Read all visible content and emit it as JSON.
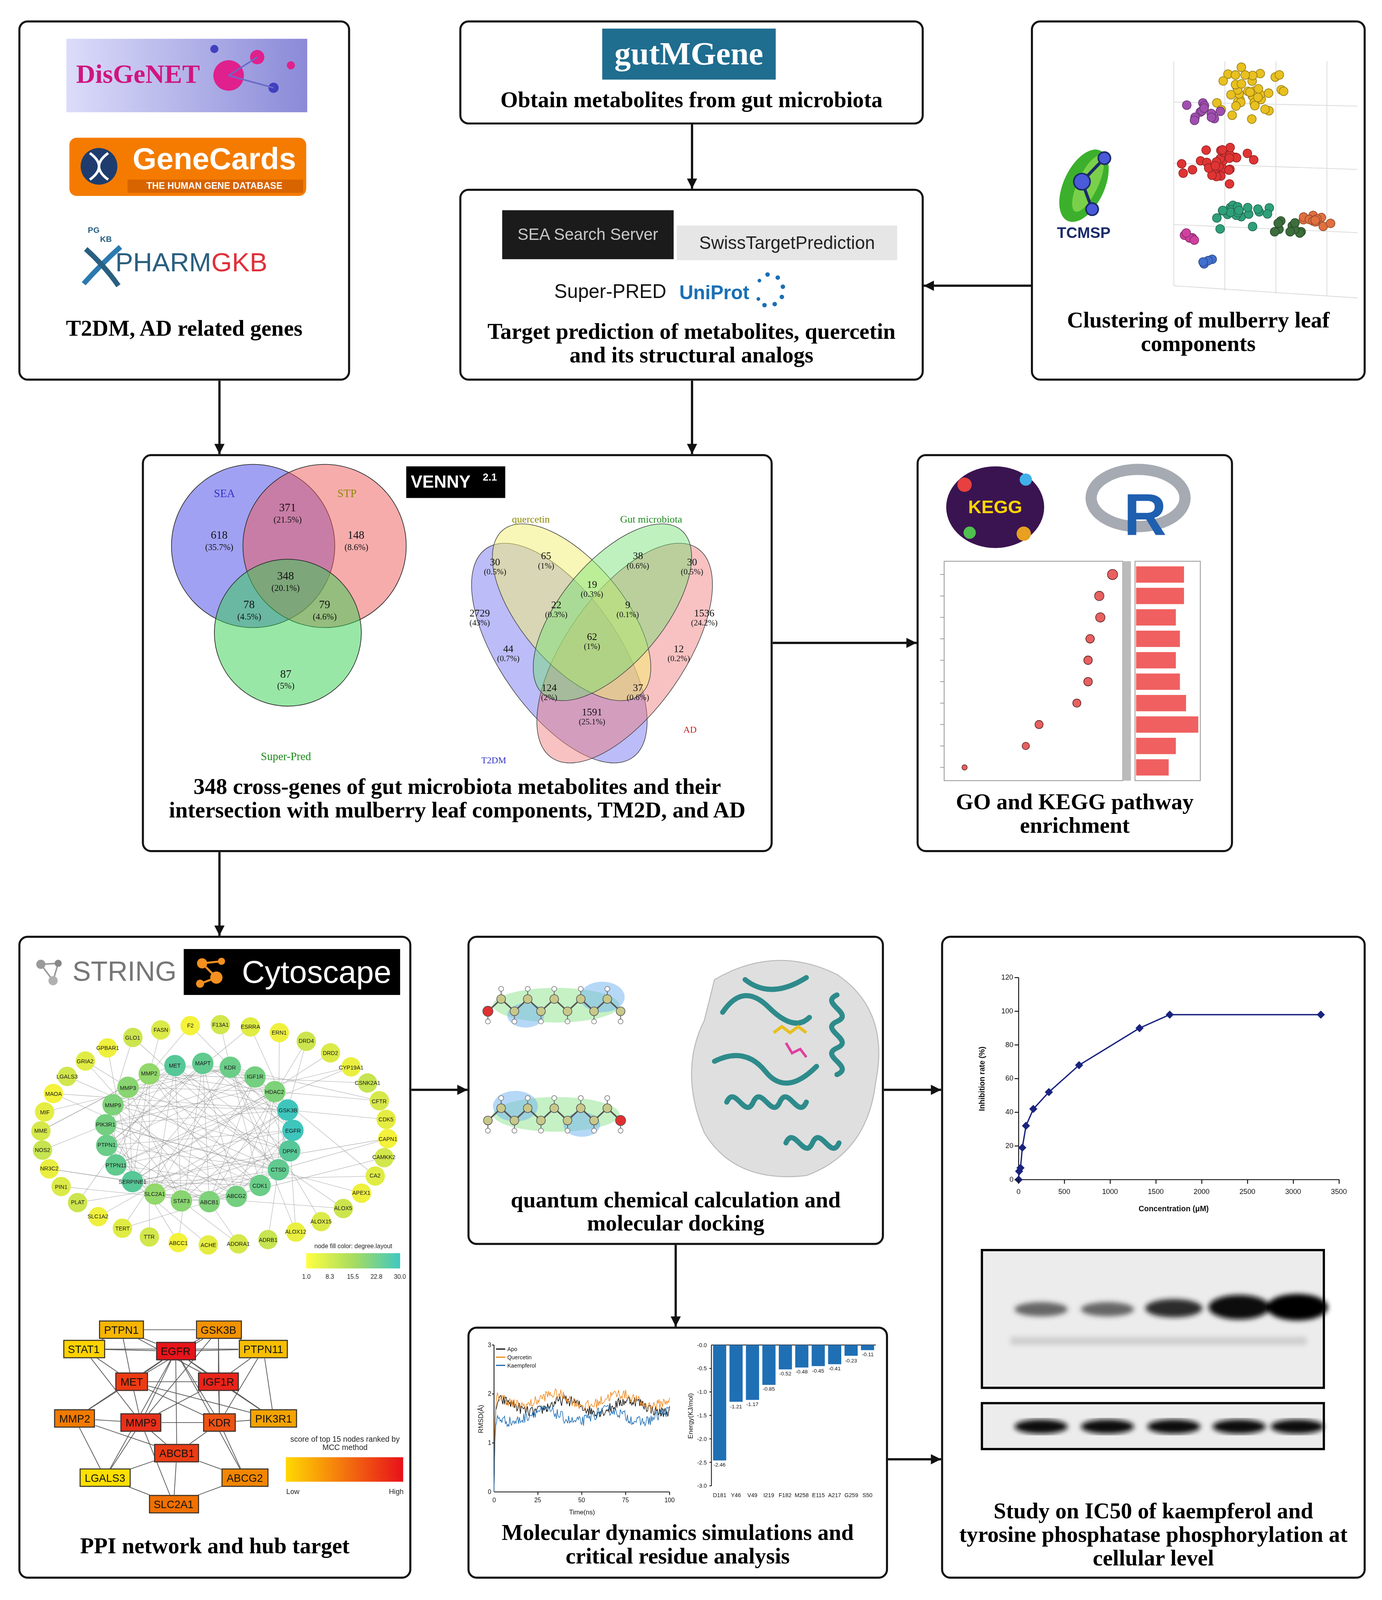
{
  "diagram": {
    "nodes": [
      {
        "text": [
          "T2DM, AD related genes"
        ]
      },
      {
        "text": [
          "Obtain metabolites from gut microbiota"
        ]
      },
      {
        "text": [
          "Target prediction of metabolites, quercetin and its structural analogs"
        ]
      },
      {
        "text": [
          "Clustering of mulberry leaf components"
        ]
      },
      {
        "text": [
          "348 cross-genes of gut microbiota metabolites and their intersection with mulberry leaf components, TM2D, and AD"
        ]
      },
      {
        "text": [
          "GO and KEGG pathway enrichment"
        ]
      },
      {
        "text": [
          "PPI network and hub target"
        ]
      },
      {
        "text": [
          "quantum chemical calculation and molecular docking"
        ]
      },
      {
        "text": [
          "Molecular dynamics simulations and critical residue analysis"
        ]
      },
      {
        "text": [
          "Study on IC50 of kaempferol and tyrosine phosphatase phosphorylation at cellular level"
        ]
      },
      {
        "text": [
          "PTPN1"
        ],
        "in": 6
      },
      {
        "text": [
          "GSK3B"
        ],
        "in": 6
      },
      {
        "text": [
          "STAT1"
        ],
        "in": 6
      },
      {
        "text": [
          "EGFR"
        ],
        "in": 6
      },
      {
        "text": [
          "PTPN11"
        ],
        "in": 6
      },
      {
        "text": [
          "MET"
        ],
        "in": 6
      },
      {
        "text": [
          "IGF1R"
        ],
        "in": 6
      },
      {
        "text": [
          "MMP2"
        ],
        "in": 6
      },
      {
        "text": [
          "MMP9"
        ],
        "in": 6
      },
      {
        "text": [
          "KDR"
        ],
        "in": 6
      },
      {
        "text": [
          "PIK3R1"
        ],
        "in": 6
      },
      {
        "text": [
          "ABCB1"
        ],
        "in": 6
      },
      {
        "text": [
          "LGALS3"
        ],
        "in": 6
      },
      {
        "text": [
          "ABCG2"
        ],
        "in": 6
      },
      {
        "text": [
          "SLC2A1"
        ],
        "in": 6
      }
    ],
    "edges": [
      {
        "from": 0,
        "to": 4,
        "arrow": "to"
      },
      {
        "from": 1,
        "to": 2,
        "arrow": "to"
      },
      {
        "from": 3,
        "to": 2,
        "arrow": "to"
      },
      {
        "from": 2,
        "to": 4,
        "arrow": "to"
      },
      {
        "from": 4,
        "to": 5,
        "arrow": "to"
      },
      {
        "from": 4,
        "to": 6,
        "arrow": "to"
      },
      {
        "from": 6,
        "to": 7,
        "arrow": "to"
      },
      {
        "from": 7,
        "to": 9,
        "arrow": "to"
      },
      {
        "from": 7,
        "to": 8,
        "arrow": "to"
      },
      {
        "from": 8,
        "to": 9,
        "arrow": "to"
      },
      {
        "from": 10,
        "to": 11,
        "arrow": "none"
      },
      {
        "from": 10,
        "to": 13,
        "arrow": "none"
      },
      {
        "from": 10,
        "to": 15,
        "arrow": "none"
      },
      {
        "from": 10,
        "to": 16,
        "arrow": "none"
      },
      {
        "from": 10,
        "to": 12,
        "arrow": "none"
      },
      {
        "from": 11,
        "to": 13,
        "arrow": "none"
      },
      {
        "from": 11,
        "to": 15,
        "arrow": "none"
      },
      {
        "from": 11,
        "to": 16,
        "arrow": "none"
      },
      {
        "from": 11,
        "to": 14,
        "arrow": "none"
      },
      {
        "from": 11,
        "to": 19,
        "arrow": "none"
      },
      {
        "from": 11,
        "to": 18,
        "arrow": "none"
      },
      {
        "from": 12,
        "to": 13,
        "arrow": "none"
      },
      {
        "from": 12,
        "to": 15,
        "arrow": "none"
      },
      {
        "from": 12,
        "to": 18,
        "arrow": "none"
      },
      {
        "from": 12,
        "to": 14,
        "arrow": "none"
      },
      {
        "from": 13,
        "to": 14,
        "arrow": "none"
      },
      {
        "from": 13,
        "to": 15,
        "arrow": "none"
      },
      {
        "from": 13,
        "to": 16,
        "arrow": "none"
      },
      {
        "from": 13,
        "to": 17,
        "arrow": "none"
      },
      {
        "from": 13,
        "to": 18,
        "arrow": "none"
      },
      {
        "from": 13,
        "to": 19,
        "arrow": "none"
      },
      {
        "from": 13,
        "to": 20,
        "arrow": "none"
      },
      {
        "from": 13,
        "to": 21,
        "arrow": "none"
      },
      {
        "from": 13,
        "to": 23,
        "arrow": "none"
      },
      {
        "from": 13,
        "to": 22,
        "arrow": "none"
      },
      {
        "from": 14,
        "to": 16,
        "arrow": "none"
      },
      {
        "from": 14,
        "to": 20,
        "arrow": "none"
      },
      {
        "from": 14,
        "to": 19,
        "arrow": "none"
      },
      {
        "from": 15,
        "to": 16,
        "arrow": "none"
      },
      {
        "from": 15,
        "to": 17,
        "arrow": "none"
      },
      {
        "from": 15,
        "to": 18,
        "arrow": "none"
      },
      {
        "from": 15,
        "to": 19,
        "arrow": "none"
      },
      {
        "from": 15,
        "to": 20,
        "arrow": "none"
      },
      {
        "from": 16,
        "to": 19,
        "arrow": "none"
      },
      {
        "from": 16,
        "to": 20,
        "arrow": "none"
      },
      {
        "from": 16,
        "to": 18,
        "arrow": "none"
      },
      {
        "from": 17,
        "to": 18,
        "arrow": "none"
      },
      {
        "from": 17,
        "to": 21,
        "arrow": "none"
      },
      {
        "from": 17,
        "to": 22,
        "arrow": "none"
      },
      {
        "from": 18,
        "to": 19,
        "arrow": "none"
      },
      {
        "from": 18,
        "to": 21,
        "arrow": "none"
      },
      {
        "from": 18,
        "to": 22,
        "arrow": "none"
      },
      {
        "from": 18,
        "to": 24,
        "arrow": "none"
      },
      {
        "from": 19,
        "to": 20,
        "arrow": "none"
      },
      {
        "from": 19,
        "to": 21,
        "arrow": "none"
      },
      {
        "from": 19,
        "to": 23,
        "arrow": "none"
      },
      {
        "from": 21,
        "to": 23,
        "arrow": "none"
      },
      {
        "from": 21,
        "to": 24,
        "arrow": "none"
      },
      {
        "from": 21,
        "to": 22,
        "arrow": "none"
      },
      {
        "from": 23,
        "to": 24,
        "arrow": "none"
      },
      {
        "from": 22,
        "to": 24,
        "arrow": "none"
      }
    ],
    "labels": [
      "DisGeNET",
      "GeneCards",
      "THE HUMAN GENE DATABASE",
      "PG",
      "KB",
      "PHARM",
      "GKB",
      "gutMGene",
      "SEA Search Server",
      "SwissTargetPrediction",
      "Super-PRED",
      "UniProt",
      "TCMSP",
      "VENNY",
      "2.1",
      "SEA",
      "STP",
      "Super-Pred",
      "618",
      "(35.7%)",
      "371",
      "(21.5%)",
      "148",
      "(8.6%)",
      "348",
      "(20.1%)",
      "78",
      "(4.5%)",
      "79",
      "(4.6%)",
      "87",
      "(5%)",
      "quercetin",
      "Gut microbiota",
      "T2DM",
      "AD",
      "65",
      "(1%)",
      "38",
      "(0.6%)",
      "30",
      "(0.5%)",
      "19",
      "(0.3%)",
      "30",
      "(0.5%)",
      "2729",
      "(43%)",
      "22",
      "(0.3%)",
      "9",
      "(0.1%)",
      "1536",
      "(24.2%)",
      "44",
      "(0.7%)",
      "62",
      "(1%)",
      "12",
      "(0.2%)",
      "124",
      "(2%)",
      "37",
      "(0.6%)",
      "1591",
      "(25.1%)",
      "KEGG",
      "R",
      "STRING",
      "Cytoscape",
      "F2",
      "F13A1",
      "ESRRA",
      "ERN1",
      "DRD4",
      "DRD2",
      "CYP19A1",
      "CSNK2A1",
      "CFTR",
      "CDK5",
      "CAPN1",
      "CAMKK2",
      "CA2",
      "APEX1",
      "ALOX5",
      "ALOX15",
      "ALOX12",
      "ADRB1",
      "ADORA1",
      "ACHE",
      "ABCC1",
      "TTR",
      "TERT",
      "SLC1A2",
      "PLAT",
      "PIN1",
      "NR3C2",
      "NOS2",
      "MME",
      "MIF",
      "MAOA",
      "LGALS3",
      "GRIA2",
      "GPBAR1",
      "GLO1",
      "FASN",
      "MMP2",
      "MET",
      "MAPT",
      "KDR",
      "IGF1R",
      "HDAC2",
      "GSK3B",
      "EGFR",
      "DPP4",
      "CTSD",
      "CDK1",
      "ABCG2",
      "ABCB1",
      "STAT3",
      "SLC2A1",
      "SERPINE1",
      "PTPN11",
      "PTPN1",
      "PIK3R1",
      "MMP9",
      "MMP3",
      "node fill color: degree.layout",
      "1.0",
      "8.3",
      "15.5",
      "22.8",
      "30.0",
      "score of top 15 nodes ranked by MCC method",
      "Low",
      "High",
      "RMSD(Å)",
      "0",
      "25",
      "50",
      "75",
      "100",
      "3",
      "2",
      "1",
      "0",
      "Time(ns)",
      "Energy(KJ/mol)",
      "-0.0",
      "-0.5",
      "-1.0",
      "-1.5",
      "-2.0",
      "-2.5",
      "-3.0",
      "-2.46",
      "-1.21",
      "-1.17",
      "-0.85",
      "-0.52",
      "-0.48",
      "-0.45",
      "-0.41",
      "-0.23",
      "-0.11",
      "D181",
      "Y46",
      "V49",
      "I219",
      "F182",
      "M258",
      "E115",
      "A217",
      "G259",
      "S50",
      "0",
      "20",
      "40",
      "60",
      "80",
      "100",
      "120",
      "0",
      "500",
      "1000",
      "1500",
      "2000",
      "2500",
      "3000",
      "3500",
      "Inhibition rate (%)",
      "Concentration (μM)"
    ],
    "legend": [
      {
        "text": "Apo"
      },
      {
        "text": "Quercetin"
      },
      {
        "text": "Kaempferol"
      }
    ]
  }
}
